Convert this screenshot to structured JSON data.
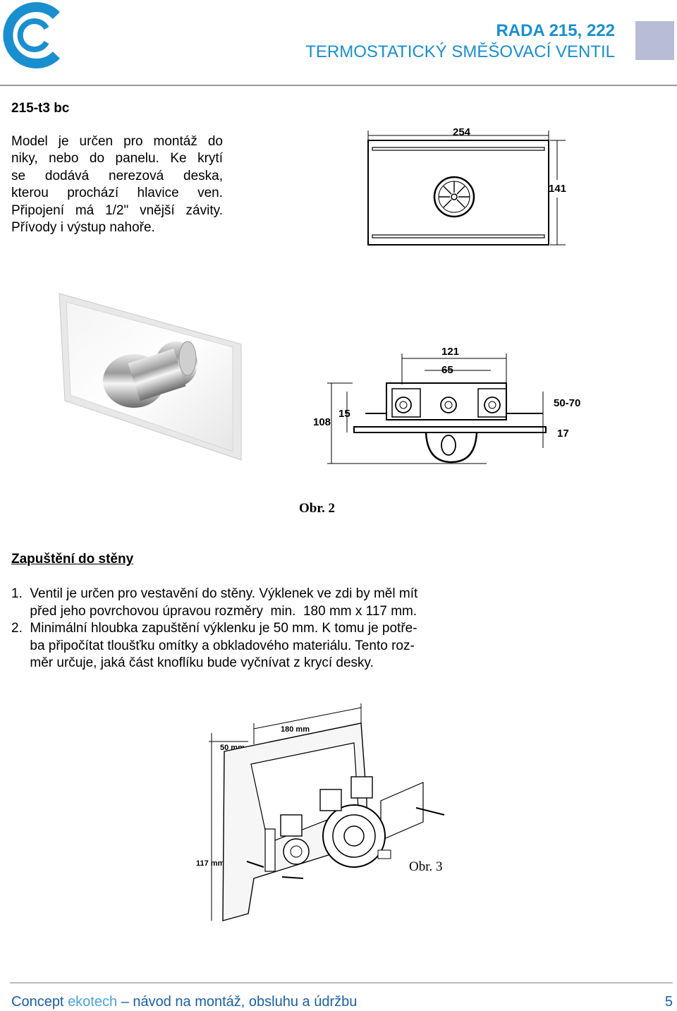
{
  "header": {
    "title": "RADA 215, 222",
    "subtitle": "TERMOSTATICKÝ SMĚŠOVACÍ VENTIL",
    "accent_color": "#1a8fd0",
    "box_color": "#b8bcd6"
  },
  "logo": {
    "icon": "c-logo-icon",
    "color": "#1a8fd0"
  },
  "model": "215-t3 bc",
  "description_lines": [
    "Model je určen pro montáž do",
    "niky, nebo do panelu. Ke krytí",
    "se dodává nerezová deska,",
    "kterou prochází hlavice ven.",
    "Připojení má 1/2\" vnější závity.",
    "Přívody i výstup nahoře."
  ],
  "figure2": {
    "caption": "Obr. 2",
    "front_dims": {
      "width": "254",
      "height": "141"
    },
    "side_dims": {
      "overall": "121",
      "centers": "65",
      "left": "108",
      "offset": "15",
      "range": "50-70",
      "plate": "17"
    }
  },
  "section": {
    "title": "Zapuštění do stěny",
    "lines": [
      "1.  Ventil je určen pro vestavění do stěny. Výklenek ve zdi by měl mít",
      "     před jeho povrchovou úpravou rozměry  min.  180 mm x 117 mm.",
      "2.  Minimální hloubka zapuštění výklenku je 50 mm. K tomu je potře-",
      "     ba připočítat tloušťku omítky a obkladového materiálu. Tento roz-",
      "     měr určuje, jaká část knoflíku bude vyčnívat z krycí desky."
    ]
  },
  "figure3": {
    "caption": "Obr. 3",
    "dim_width": "180 mm",
    "dim_depth": "50 mm",
    "dim_height": "117 mm"
  },
  "footer": {
    "text_a": "Concept ",
    "text_b": "ekotech",
    "text_c": " – návod na montáž, obsluhu a údržbu",
    "page": "5"
  }
}
